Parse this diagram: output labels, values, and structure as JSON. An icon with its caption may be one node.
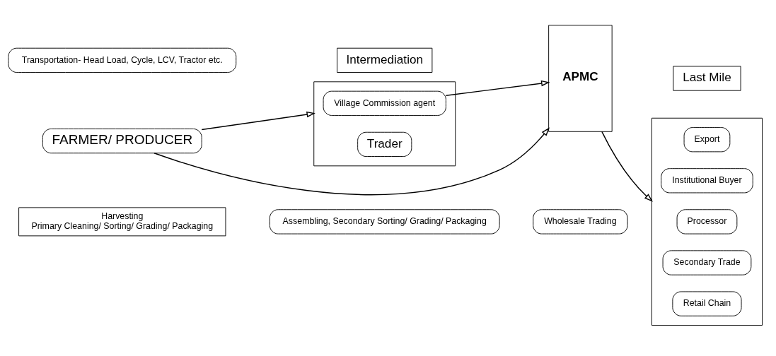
{
  "diagram": {
    "nodes": [
      {
        "text": [
          "Transportation- Head Load, Cycle, LCV, Tractor etc."
        ]
      },
      {
        "text": [
          "Intermediation"
        ]
      },
      {
        "text": [
          "Last Mile"
        ]
      },
      {
        "text": [],
        "shape": "box"
      },
      {
        "text": [
          "Trader"
        ],
        "in": 3
      },
      {
        "text": [
          "Village Commission agent"
        ],
        "in": 3
      },
      {
        "text": [
          "FARMER/ PRODUCER"
        ]
      },
      {
        "text": [
          "APMC"
        ]
      },
      {
        "text": [],
        "shape": "box"
      },
      {
        "text": [
          "Retail Chain"
        ],
        "in": 8
      },
      {
        "text": [
          "Secondary Trade"
        ],
        "in": 8
      },
      {
        "text": [
          "Processor"
        ],
        "in": 8
      },
      {
        "text": [
          "Institutional Buyer"
        ],
        "in": 8
      },
      {
        "text": [
          "Export"
        ],
        "in": 8
      },
      {
        "text": [
          "Harvesting",
          "Primary Cleaning/ Sorting/ Grading/ Packaging"
        ]
      },
      {
        "text": [
          "Assembling, Secondary Sorting/ Grading/ Packaging"
        ]
      },
      {
        "text": [
          "Wholesale Trading"
        ]
      }
    ],
    "edges": [
      {
        "from": 6,
        "to": 3,
        "arrow": "to"
      },
      {
        "from": 6,
        "to": 7,
        "arrow": "to"
      },
      {
        "from": 5,
        "to": 7,
        "arrow": "to"
      },
      {
        "from": 7,
        "to": 8,
        "arrow": "to"
      }
    ]
  }
}
